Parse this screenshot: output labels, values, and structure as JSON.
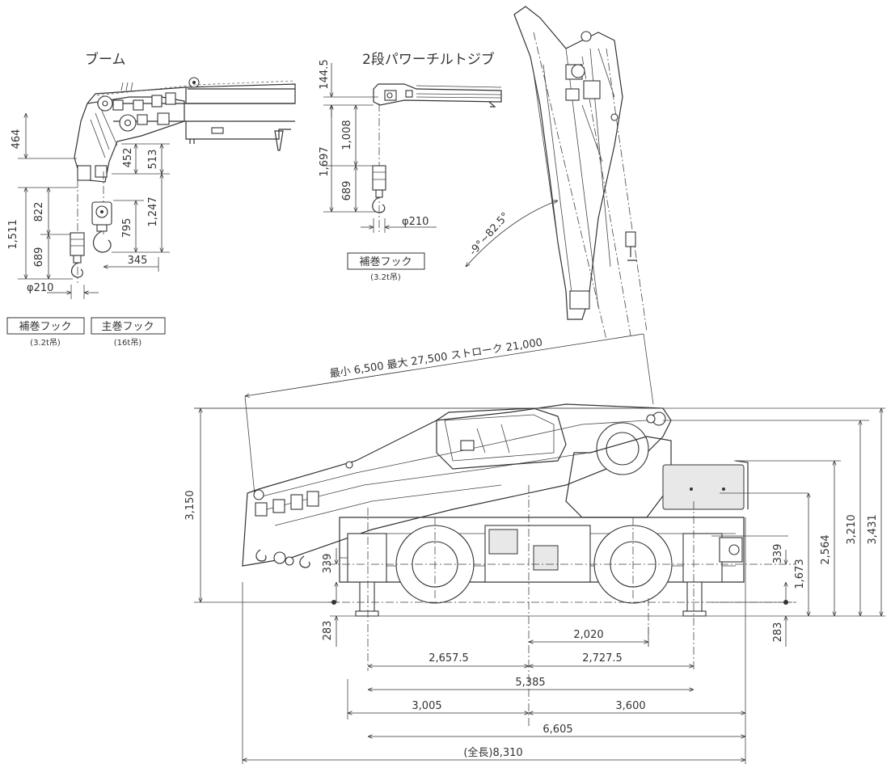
{
  "titles": {
    "boom": "ブーム",
    "jib": "2段パワーチルトジブ"
  },
  "hook_labels": {
    "aux_hook": "補巻フック",
    "aux_capacity": "(3.2t吊)",
    "main_hook": "主巻フック",
    "main_capacity": "(16t吊)",
    "jib_aux_hook": "補巻フック",
    "jib_aux_capacity": "(3.2t吊)"
  },
  "boom_detail_dims": {
    "d464": "464",
    "d452": "452",
    "d513": "513",
    "d822": "822",
    "d1511": "1,511",
    "d795": "795",
    "d1247": "1,247",
    "d689": "689",
    "d345": "345",
    "d210": "φ210"
  },
  "jib_detail_dims": {
    "d144_5": "144.5",
    "d1008": "1,008",
    "d1697": "1,697",
    "d689": "689",
    "d210": "φ210"
  },
  "jib_angle": "-9°~82.5°",
  "boom_length": "最小 6,500  最大 27,500  ストローク 21,000",
  "overall_dims": {
    "h3150": "3,150",
    "h339_left": "339",
    "h283_left": "283",
    "h339_right": "339",
    "h1673": "1,673",
    "h2564": "2,564",
    "h3210": "3,210",
    "h3431": "3,431",
    "h283_right": "283",
    "w2020": "2,020",
    "w2657_5": "2,657.5",
    "w2727_5": "2,727.5",
    "w5385": "5,385",
    "w3005": "3,005",
    "w3600": "3,600",
    "w6605": "6,605",
    "w8310": "(全長)8,310"
  }
}
